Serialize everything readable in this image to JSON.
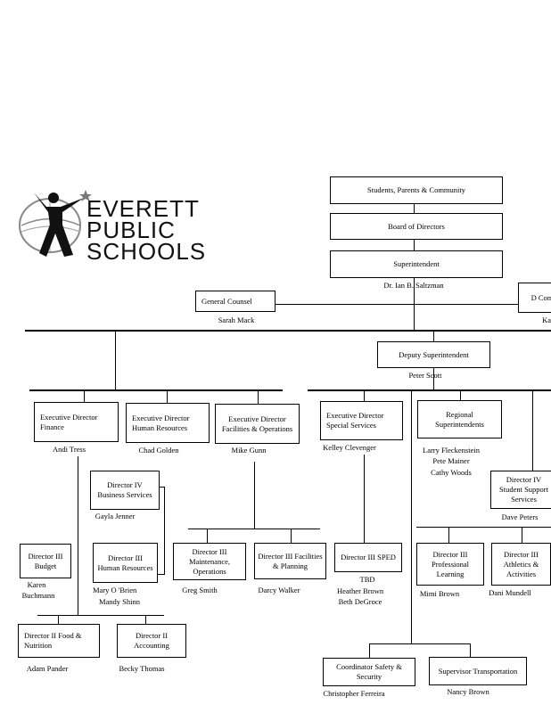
{
  "logo": {
    "line1": "EVERETT",
    "line2": "PUBLIC",
    "line3": "SCHOOLS"
  },
  "boxes": {
    "community": "Students, Parents & Community",
    "board": "Board of Directors",
    "superintendent": "Superintendent",
    "general_counsel": "General Counsel",
    "comm_partial": "D Comm",
    "deputy": "Deputy Superintendent",
    "ed_finance": "Executive Director Finance",
    "ed_hr": "Executive Director Human Resources",
    "ed_facilities": "Executive Director Facilities & Operations",
    "ed_special": "Executive Director Special Services",
    "regional": "Regional Superintendents",
    "d4_business": "Director IV Business Services",
    "d4_student": "Director IV Student Support Services",
    "d3_budget": "Director III Budget",
    "d3_hr": "Director III Human Resources",
    "d3_maint": "Director III Maintenance, Operations",
    "d3_facilities": "Director III Facilities & Planning",
    "d3_sped": "Director III SPED",
    "d3_prof": "Director III Professional Learning",
    "d3_athletics": "Director III Athletics & Activities",
    "d2_food": "Director II Food & Nutrition",
    "d2_accounting": "Director II Accounting",
    "coordinator": "Coordinator Safety & Security",
    "supervisor": "Supervisor Transportation"
  },
  "names": {
    "superintendent": "Dr. Ian B. Saltzman",
    "general_counsel": "Sarah Mack",
    "comm_partial": "Ka",
    "deputy": "Peter Scott",
    "ed_finance": "Andi Tress",
    "ed_hr": "Chad Golden",
    "ed_facilities": "Mike Gunn",
    "ed_special": "Kelley Clevenger",
    "regional_1": "Larry Fleckenstein",
    "regional_2": "Pete Mainer",
    "regional_3": "Cathy Woods",
    "d4_business": "Gayla Jenner",
    "d4_student": "Dave Peters",
    "d3_budget_1": "Karen",
    "d3_budget_2": "Buchmann",
    "d3_hr_1": "Mary O     'Brien",
    "d3_hr_2": "Mandy Shinn",
    "d3_maint": "Greg Smith",
    "d3_facilities": "Darcy Walker",
    "d3_sped_1": "TBD",
    "d3_sped_2": "Heather Brown",
    "d3_sped_3": "Beth DeGroce",
    "d3_prof": "Mimi Brown",
    "d3_athletics": "Dani Mundell",
    "d2_food": "Adam Pander",
    "d2_accounting": "Becky Thomas",
    "coordinator": "Christopher Ferreira",
    "supervisor": "Nancy Brown"
  }
}
